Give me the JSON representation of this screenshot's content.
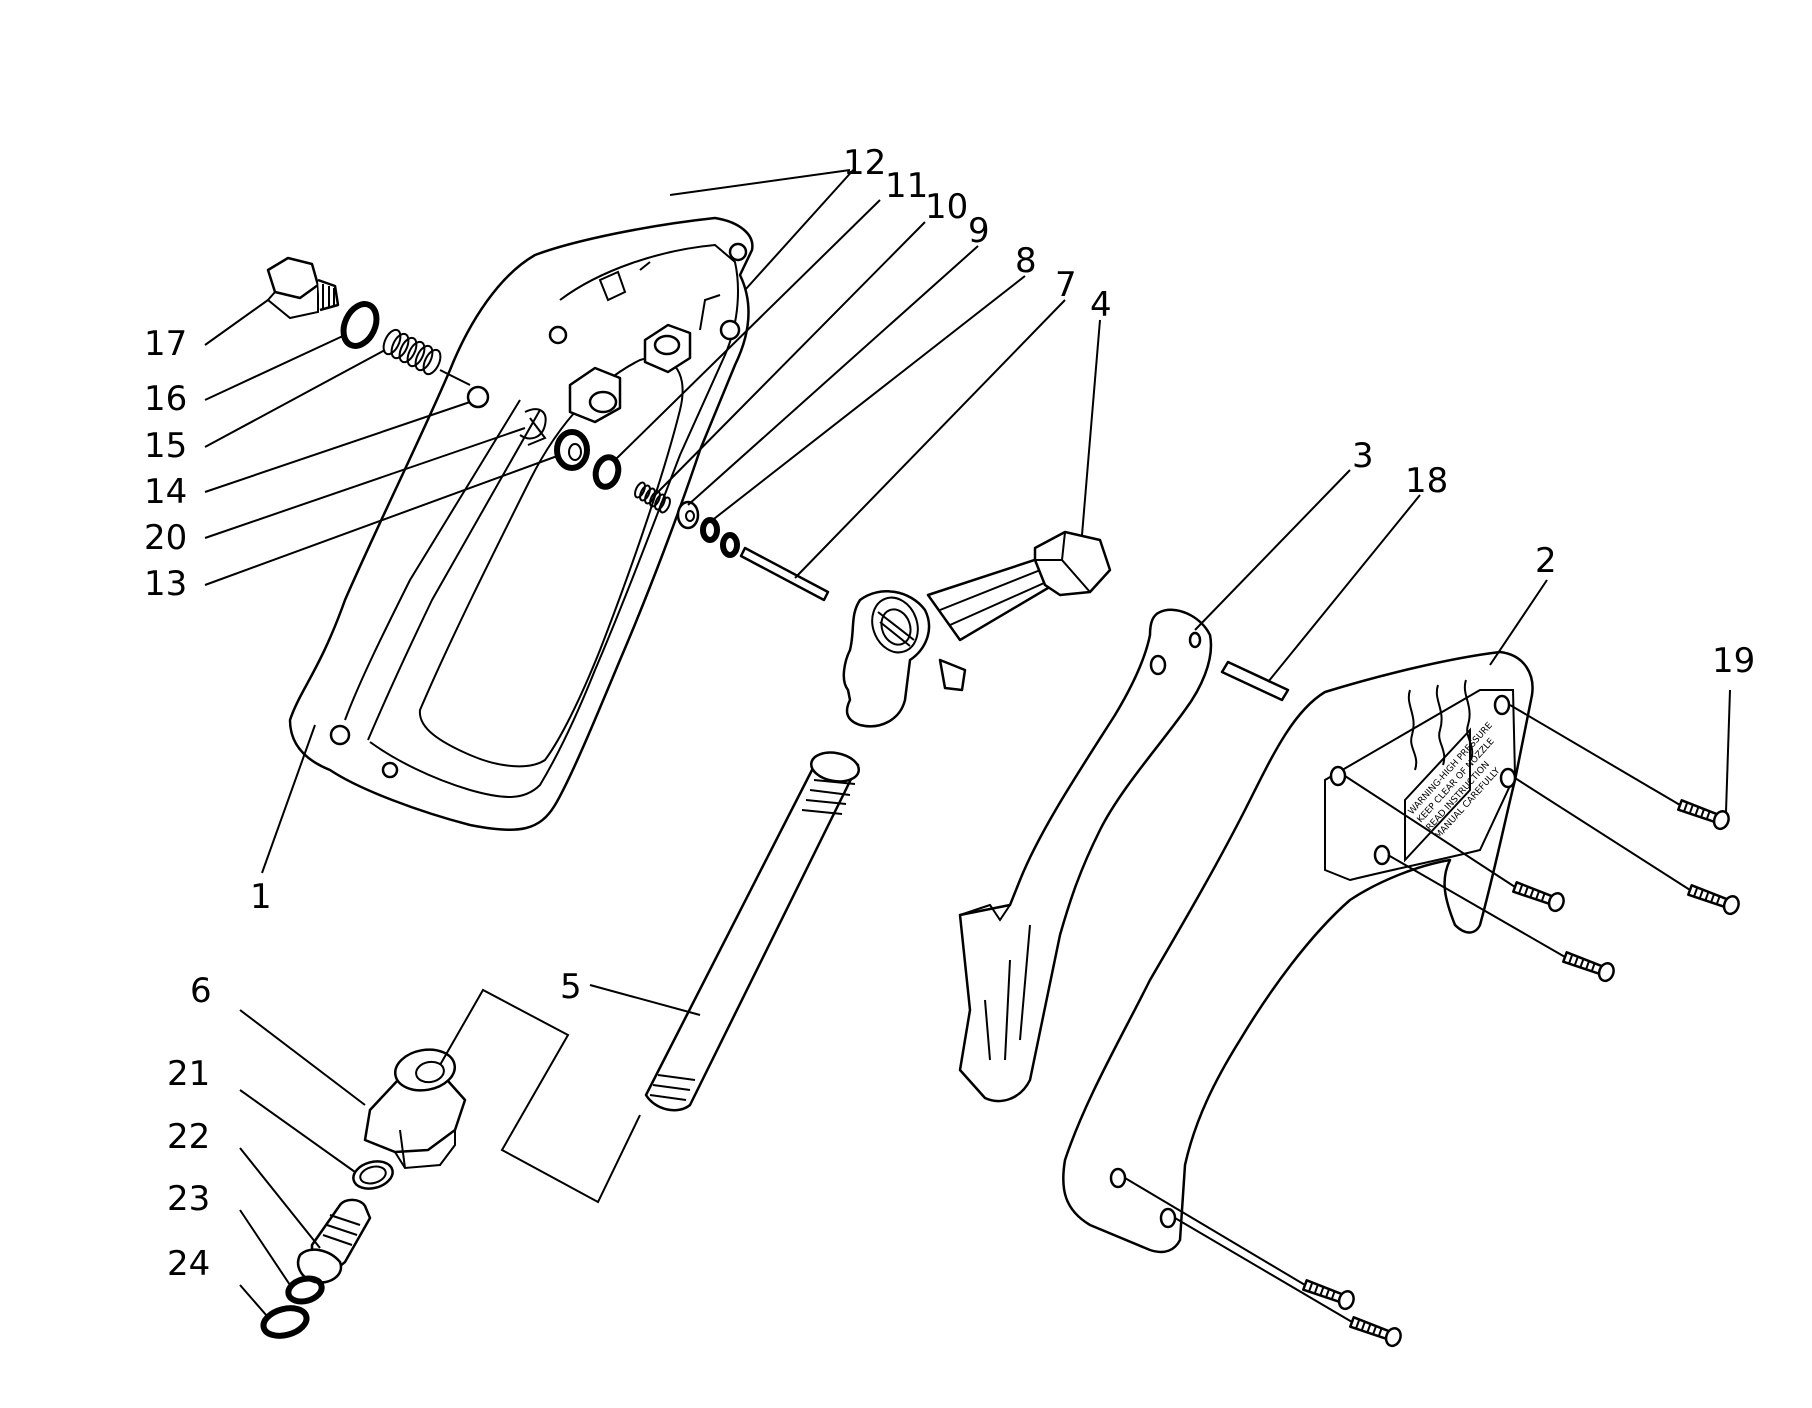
{
  "diagram": {
    "callouts": [
      {
        "id": "1",
        "text": "1"
      },
      {
        "id": "2",
        "text": "2"
      },
      {
        "id": "3",
        "text": "3"
      },
      {
        "id": "4",
        "text": "4"
      },
      {
        "id": "5",
        "text": "5"
      },
      {
        "id": "6",
        "text": "6"
      },
      {
        "id": "7",
        "text": "7"
      },
      {
        "id": "8",
        "text": "8"
      },
      {
        "id": "9",
        "text": "9"
      },
      {
        "id": "10",
        "text": "10"
      },
      {
        "id": "11",
        "text": "11"
      },
      {
        "id": "12",
        "text": "12"
      },
      {
        "id": "13",
        "text": "13"
      },
      {
        "id": "14",
        "text": "14"
      },
      {
        "id": "15",
        "text": "15"
      },
      {
        "id": "16",
        "text": "16"
      },
      {
        "id": "17",
        "text": "17"
      },
      {
        "id": "18",
        "text": "18"
      },
      {
        "id": "19",
        "text": "19"
      },
      {
        "id": "20",
        "text": "20"
      },
      {
        "id": "21",
        "text": "21"
      },
      {
        "id": "22",
        "text": "22"
      },
      {
        "id": "23",
        "text": "23"
      },
      {
        "id": "24",
        "text": "24"
      }
    ],
    "warning_label": [
      "WARNING-HIGH PRESSURE",
      "KEEP CLEAR OF NOZZLE",
      "READ INSTRUCTION",
      "MANUAL CAREFULLY"
    ]
  }
}
